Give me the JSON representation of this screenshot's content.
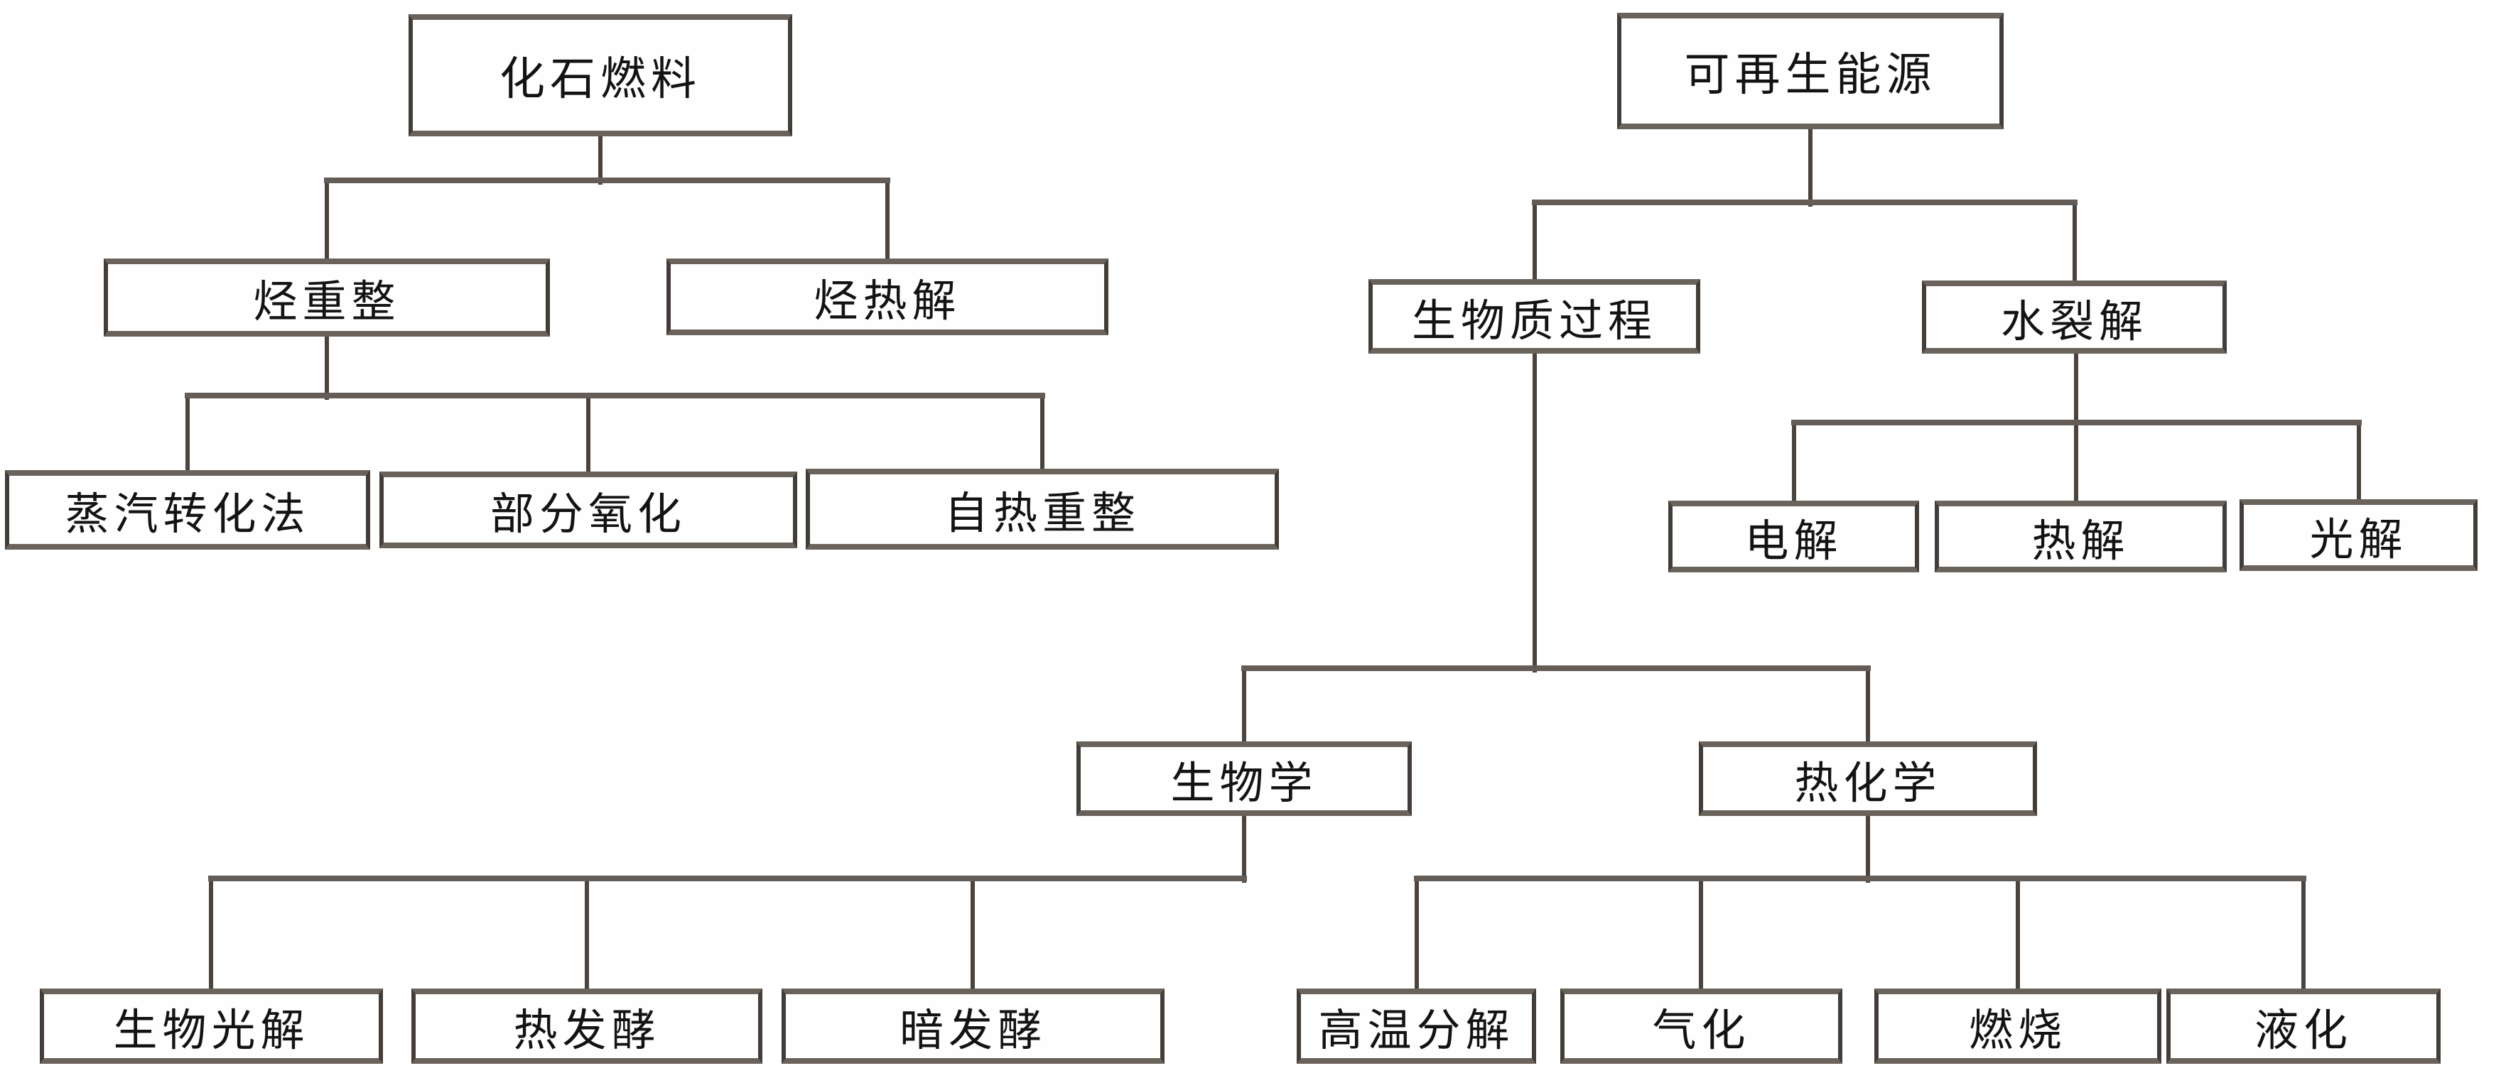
{
  "diagram": {
    "kind": "flowchart",
    "language": "zh",
    "background_color": "#ffffff",
    "node_fill": "#fefefe",
    "node_border_color": "#433d39",
    "node_border_soft_color": "#6a635c",
    "line_color_vertical": "#4a433e",
    "line_color_horizontal": "#645c56",
    "text_color": "#131313"
  },
  "labels": {
    "fossil_fuel": "化石燃料",
    "hydrocarbon_reforming": "烃重整",
    "hydrocarbon_pyrolysis": "烃热解",
    "steam_reforming": "蒸汽转化法",
    "partial_oxidation": "部分氧化",
    "autothermal_reforming": "自热重整",
    "renewable_energy": "可再生能源",
    "biomass_process": "生物质过程",
    "water_splitting": "水裂解",
    "electrolysis": "电解",
    "thermolysis": "热解",
    "photolysis": "光解",
    "biological": "生物学",
    "thermochemical": "热化学",
    "biophotolysis": "生物光解",
    "thermal_fermentation": "热发酵",
    "dark_fermentation": "暗发酵",
    "high_temperature_decomposition": "高温分解",
    "gasification": "气化",
    "combustion": "燃烧",
    "liquefaction": "液化"
  },
  "hierarchy": [
    {
      "label": "化石燃料",
      "children": [
        {
          "label": "烃重整",
          "children": [
            "蒸汽转化法",
            "部分氧化",
            "自热重整"
          ]
        },
        {
          "label": "烃热解",
          "children": []
        }
      ]
    },
    {
      "label": "可再生能源",
      "children": [
        {
          "label": "生物质过程",
          "children": [
            {
              "label": "生物学",
              "children": [
                "生物光解",
                "热发酵",
                "暗发酵"
              ]
            },
            {
              "label": "热化学",
              "children": [
                "高温分解",
                "气化",
                "燃烧",
                "液化"
              ]
            }
          ]
        },
        {
          "label": "水裂解",
          "children": [
            "电解",
            "热解",
            "光解"
          ]
        }
      ]
    }
  ]
}
